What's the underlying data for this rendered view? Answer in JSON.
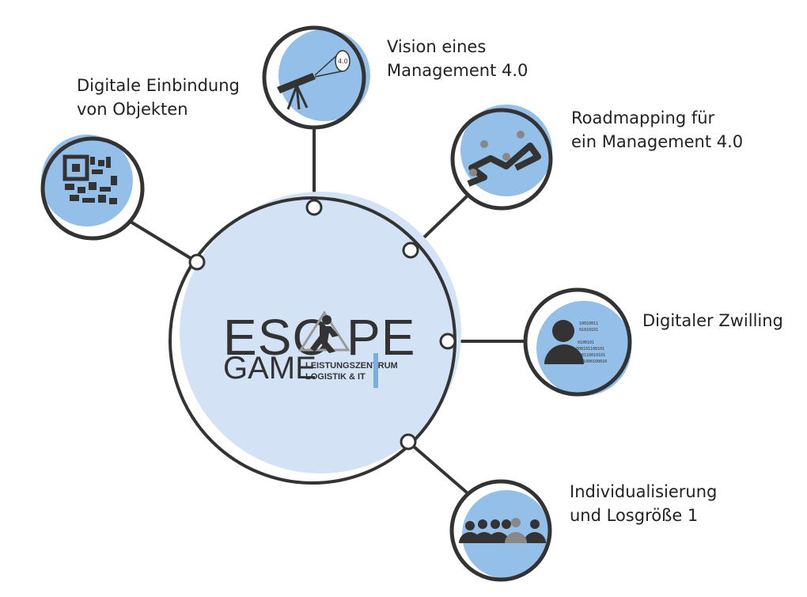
{
  "colors": {
    "blue": "#93bfe8",
    "light_blue": "#d3e3f5",
    "dark": "#333333"
  },
  "center": {
    "logo_line1_left": "ESC",
    "logo_line1_right": "PE",
    "logo_line2": "GAME",
    "logo_sub1": "LEISTUNGSZENTRUM",
    "logo_sub2": "LOGISTIK & IT"
  },
  "nodes": [
    {
      "label": "Vision eines\nManagement 4.0",
      "icon": "telescope-icon",
      "badge": "4.0"
    },
    {
      "label": "Roadmapping für\nein Management 4.0",
      "icon": "roadmap-icon"
    },
    {
      "label": "Digitaler Zwilling",
      "icon": "digital-twin-icon"
    },
    {
      "label": "Individualisierung\nund Losgröße 1",
      "icon": "crowd-icon"
    },
    {
      "label": "Digitale Einbindung\nvon Objekten",
      "icon": "qr-code-icon"
    }
  ]
}
